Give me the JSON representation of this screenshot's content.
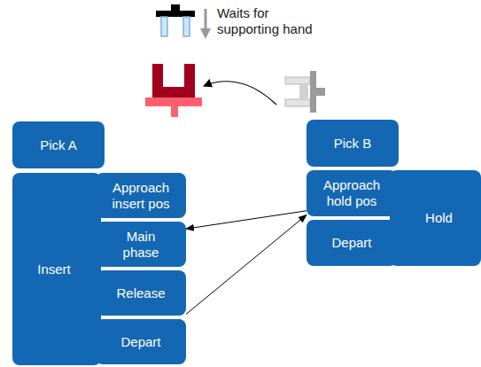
{
  "diagram": {
    "nodes": [
      {
        "text": [
          "Pick A"
        ]
      },
      {
        "text": [
          "Insert"
        ]
      },
      {
        "text": [
          "Approach insert pos"
        ],
        "in": 1
      },
      {
        "text": [
          "Main phase"
        ],
        "in": 1
      },
      {
        "text": [
          "Release"
        ],
        "in": 1
      },
      {
        "text": [
          "Depart"
        ],
        "in": 1
      },
      {
        "text": [
          "Pick B"
        ]
      },
      {
        "text": [
          "Hold"
        ]
      },
      {
        "text": [
          "Approach hold pos"
        ],
        "in": 7
      },
      {
        "text": [
          "Depart"
        ],
        "in": 7
      }
    ],
    "edges": [
      {
        "from": 8,
        "to": 3,
        "arrow": "to"
      },
      {
        "from": 4,
        "to": 8,
        "arrow": "to"
      }
    ],
    "labels": [
      "Waits for supporting hand"
    ]
  }
}
